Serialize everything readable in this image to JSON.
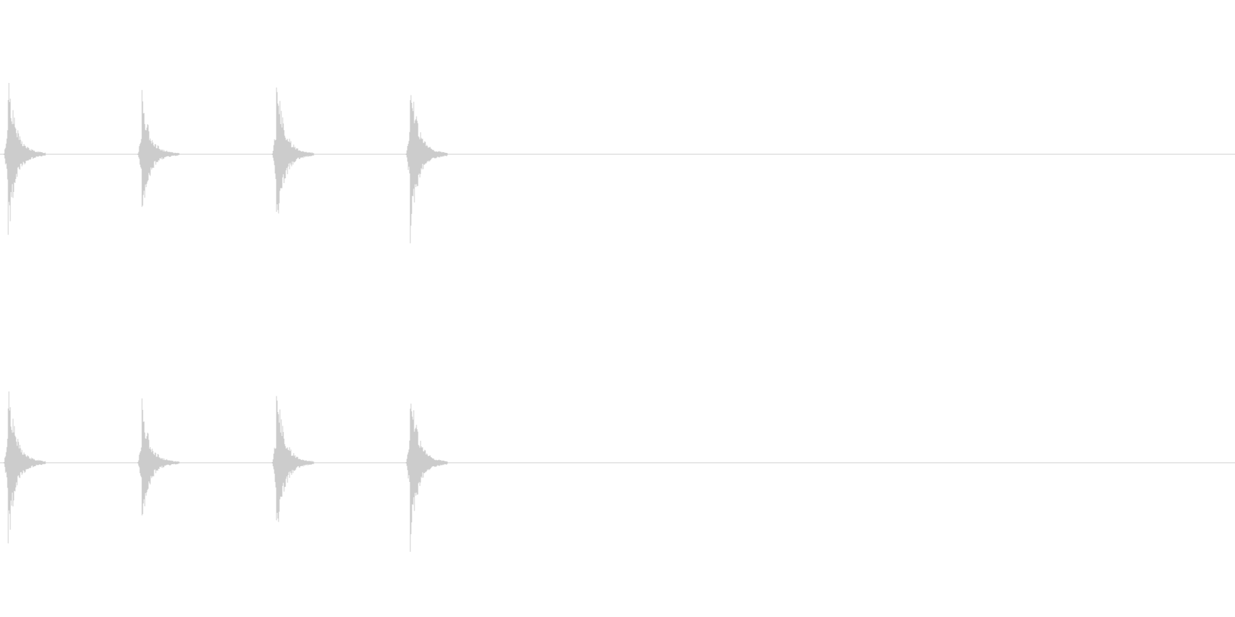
{
  "waveform": {
    "color": "#cccccc",
    "background": "#ffffff",
    "channels": [
      {
        "id": "left"
      },
      {
        "id": "right"
      }
    ],
    "transients": [
      {
        "peak_up": 0.95,
        "peak_down": 0.95
      },
      {
        "peak_up": 0.75,
        "peak_down": 0.72
      },
      {
        "peak_up": 0.94,
        "peak_down": 0.94
      },
      {
        "peak_up": 0.96,
        "peak_down": 0.96
      }
    ],
    "icon": "waveform-display"
  }
}
